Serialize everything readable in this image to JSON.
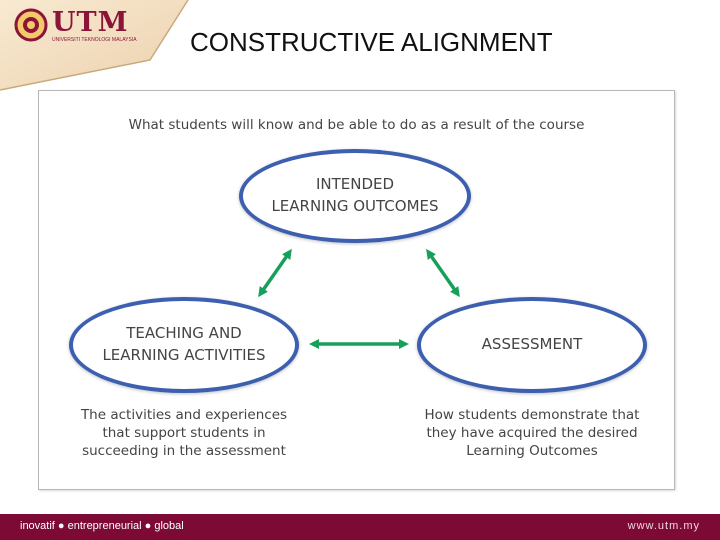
{
  "header": {
    "logo_text": "UTM",
    "logo_subtext": "UNIVERSITI TEKNOLOGI MALAYSIA",
    "title": "CONSTRUCTIVE ALIGNMENT"
  },
  "diagram": {
    "top_caption": "What students will know and be able to do as a result of the course",
    "nodes": {
      "outcomes": {
        "line1": "INTENDED",
        "line2": "LEARNING OUTCOMES"
      },
      "activities": {
        "line1": "TEACHING AND",
        "line2": "LEARNING ACTIVITIES"
      },
      "assessment": {
        "line1": "ASSESSMENT"
      }
    },
    "captions": {
      "activities": {
        "line1": "The activities and experiences",
        "line2": "that support students in",
        "line3": "succeeding in the assessment"
      },
      "assessment": {
        "line1": "How students demonstrate that",
        "line2": "they have acquired the desired",
        "line3": "Learning Outcomes"
      }
    },
    "colors": {
      "ellipse_border": "#3d5fb0",
      "arrow": "#16a05a"
    }
  },
  "footer": {
    "tagline": "inovatif ● entrepreneurial ● global",
    "url": "www.utm.my"
  },
  "colors": {
    "brand": "#8a1538",
    "footer_bg": "#7c0a34"
  }
}
